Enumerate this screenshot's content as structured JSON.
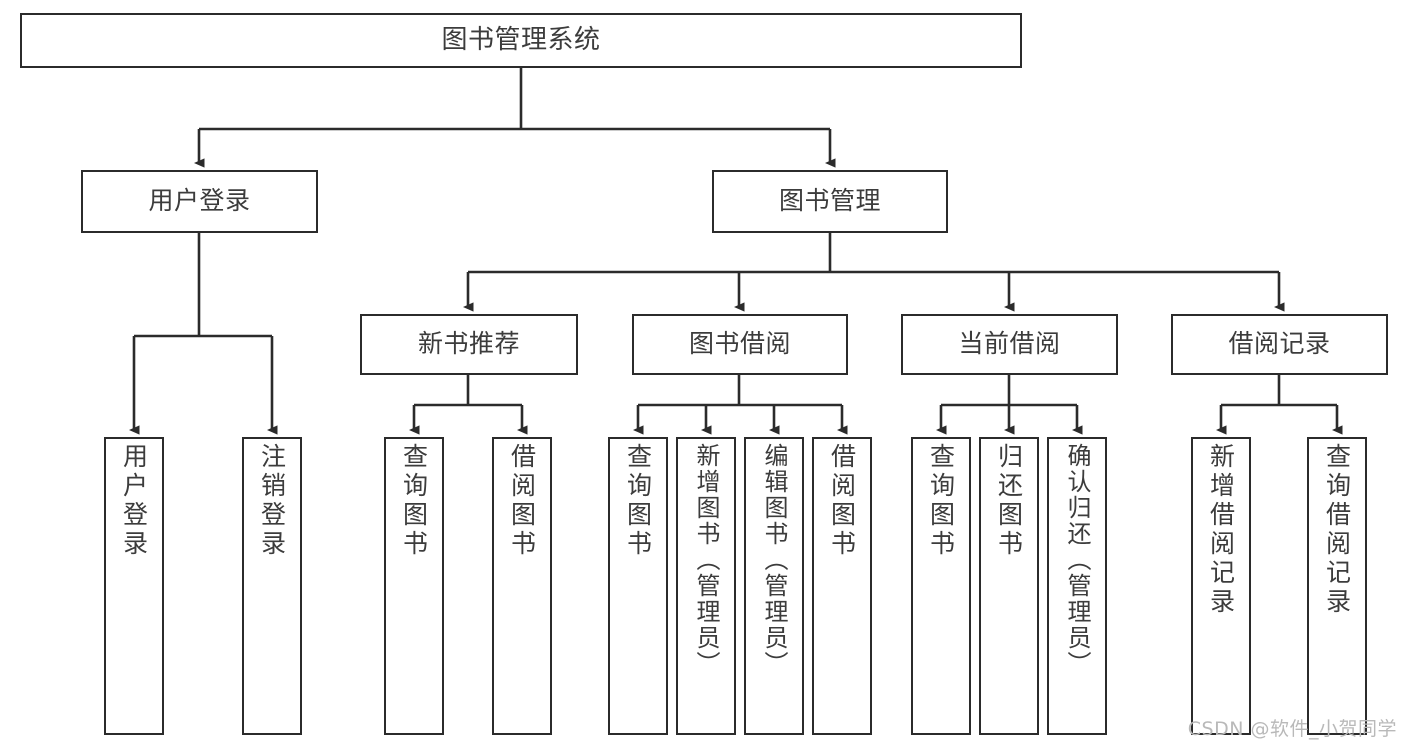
{
  "diagram": {
    "type": "tree",
    "title": "图书管理系统",
    "watermark": "CSDN @软件_小贺同学",
    "colors": {
      "border": "#2b2b2b",
      "text": "#3c3c3c",
      "background": "#ffffff",
      "watermark": "#b9b9b9"
    },
    "root": {
      "label": "图书管理系统"
    },
    "level2": [
      {
        "id": "user-login",
        "label": "用户登录"
      },
      {
        "id": "book-manage",
        "label": "图书管理"
      }
    ],
    "level3": [
      {
        "id": "new-book-recommend",
        "label": "新书推荐",
        "parent": "book-manage"
      },
      {
        "id": "book-borrow",
        "label": "图书借阅",
        "parent": "book-manage"
      },
      {
        "id": "current-borrow",
        "label": "当前借阅",
        "parent": "book-manage"
      },
      {
        "id": "borrow-record",
        "label": "借阅记录",
        "parent": "book-manage"
      }
    ],
    "leaves": {
      "user-login": [
        {
          "id": "leaf-user-login",
          "label": "用户登录"
        },
        {
          "id": "leaf-user-logout",
          "label": "注销登录"
        }
      ],
      "new-book-recommend": [
        {
          "id": "leaf-query-book-1",
          "label": "查询图书"
        },
        {
          "id": "leaf-borrow-book-1",
          "label": "借阅图书"
        }
      ],
      "book-borrow": [
        {
          "id": "leaf-query-book-2",
          "label": "查询图书"
        },
        {
          "id": "leaf-add-book",
          "label": "新增图书（管理员）"
        },
        {
          "id": "leaf-edit-book",
          "label": "编辑图书（管理员）"
        },
        {
          "id": "leaf-borrow-book-2",
          "label": "借阅图书"
        }
      ],
      "current-borrow": [
        {
          "id": "leaf-query-book-3",
          "label": "查询图书"
        },
        {
          "id": "leaf-return-book",
          "label": "归还图书"
        },
        {
          "id": "leaf-confirm-return",
          "label": "确认归还（管理员）"
        }
      ],
      "borrow-record": [
        {
          "id": "leaf-add-record",
          "label": "新增借阅记录"
        },
        {
          "id": "leaf-query-record",
          "label": "查询借阅记录"
        }
      ]
    }
  }
}
